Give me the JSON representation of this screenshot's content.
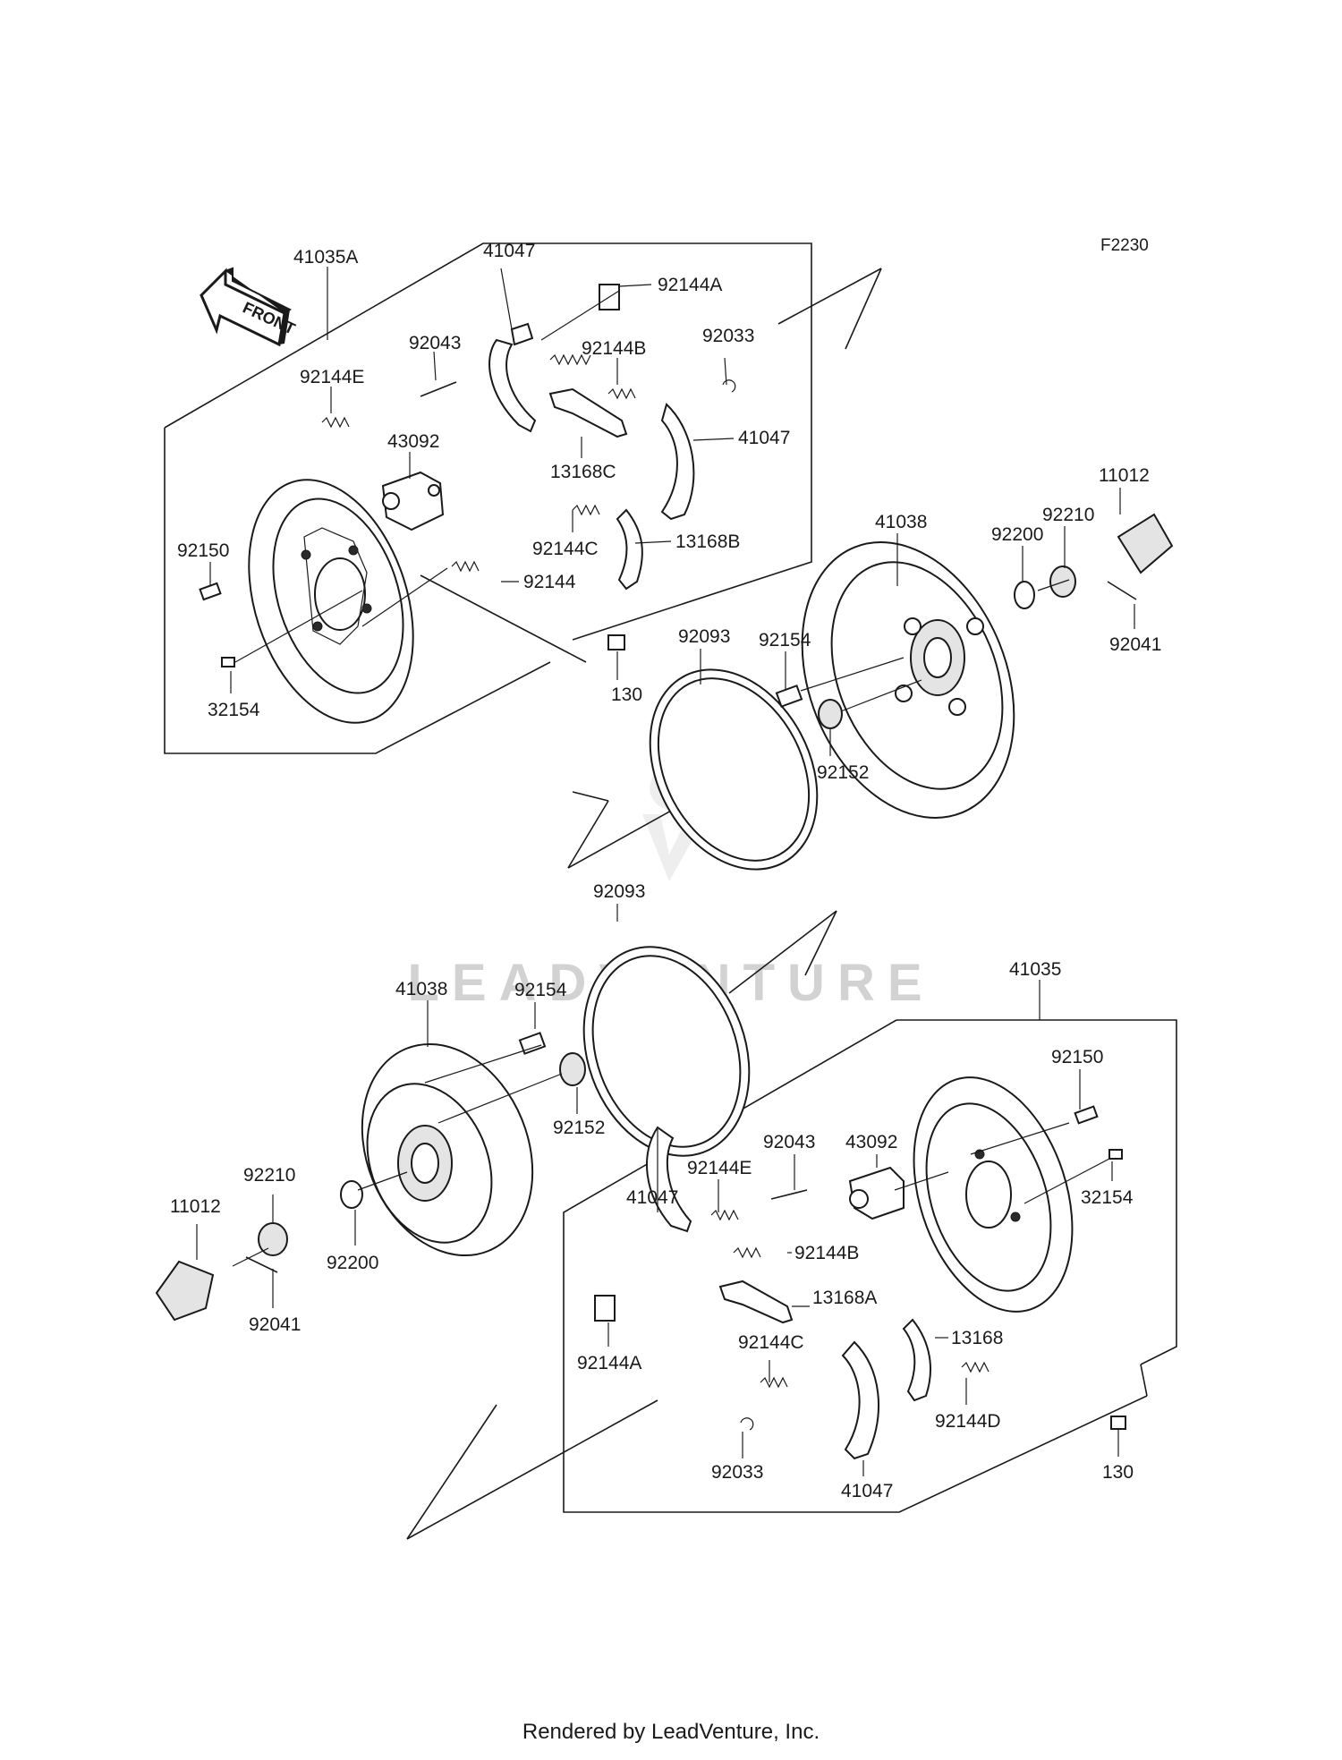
{
  "diagram": {
    "code": "F2230",
    "front_label": "FRONT",
    "watermark": "LEADVENTURE",
    "footer": "Rendered by LeadVenture, Inc.",
    "labels": [
      {
        "id": "41035A",
        "text": "41035A"
      },
      {
        "id": "41047-a",
        "text": "41047"
      },
      {
        "id": "92144A-a",
        "text": "92144A"
      },
      {
        "id": "92043-a",
        "text": "92043"
      },
      {
        "id": "92144B-a",
        "text": "92144B"
      },
      {
        "id": "92033-a",
        "text": "92033"
      },
      {
        "id": "92144E-a",
        "text": "92144E"
      },
      {
        "id": "43092-a",
        "text": "43092"
      },
      {
        "id": "13168C",
        "text": "13168C"
      },
      {
        "id": "41047-b",
        "text": "41047"
      },
      {
        "id": "92144C-a",
        "text": "92144C"
      },
      {
        "id": "13168B",
        "text": "13168B"
      },
      {
        "id": "92150-a",
        "text": "92150"
      },
      {
        "id": "92144-a",
        "text": "92144"
      },
      {
        "id": "32154-a",
        "text": "32154"
      },
      {
        "id": "130-a",
        "text": "130"
      },
      {
        "id": "11012-a",
        "text": "11012"
      },
      {
        "id": "41038-a",
        "text": "41038"
      },
      {
        "id": "92210-a",
        "text": "92210"
      },
      {
        "id": "92200-a",
        "text": "92200"
      },
      {
        "id": "92041-a",
        "text": "92041"
      },
      {
        "id": "92093-a",
        "text": "92093"
      },
      {
        "id": "92154-a",
        "text": "92154"
      },
      {
        "id": "92152-a",
        "text": "92152"
      },
      {
        "id": "92093-b",
        "text": "92093"
      },
      {
        "id": "41038-b",
        "text": "41038"
      },
      {
        "id": "92154-b",
        "text": "92154"
      },
      {
        "id": "41035",
        "text": "41035"
      },
      {
        "id": "92150-b",
        "text": "92150"
      },
      {
        "id": "92152-b",
        "text": "92152"
      },
      {
        "id": "92043-b",
        "text": "92043"
      },
      {
        "id": "43092-b",
        "text": "43092"
      },
      {
        "id": "92144E-b",
        "text": "92144E"
      },
      {
        "id": "32154-b",
        "text": "32154"
      },
      {
        "id": "92210-b",
        "text": "92210"
      },
      {
        "id": "41047-c",
        "text": "41047"
      },
      {
        "id": "11012-b",
        "text": "11012"
      },
      {
        "id": "92144B-b",
        "text": "92144B"
      },
      {
        "id": "92200-b",
        "text": "92200"
      },
      {
        "id": "13168A",
        "text": "13168A"
      },
      {
        "id": "92041-b",
        "text": "92041"
      },
      {
        "id": "92144C-b",
        "text": "92144C"
      },
      {
        "id": "13168",
        "text": "13168"
      },
      {
        "id": "92144A-b",
        "text": "92144A"
      },
      {
        "id": "92144D",
        "text": "92144D"
      },
      {
        "id": "92033-b",
        "text": "92033"
      },
      {
        "id": "41047-d",
        "text": "41047"
      },
      {
        "id": "130-b",
        "text": "130"
      }
    ]
  }
}
